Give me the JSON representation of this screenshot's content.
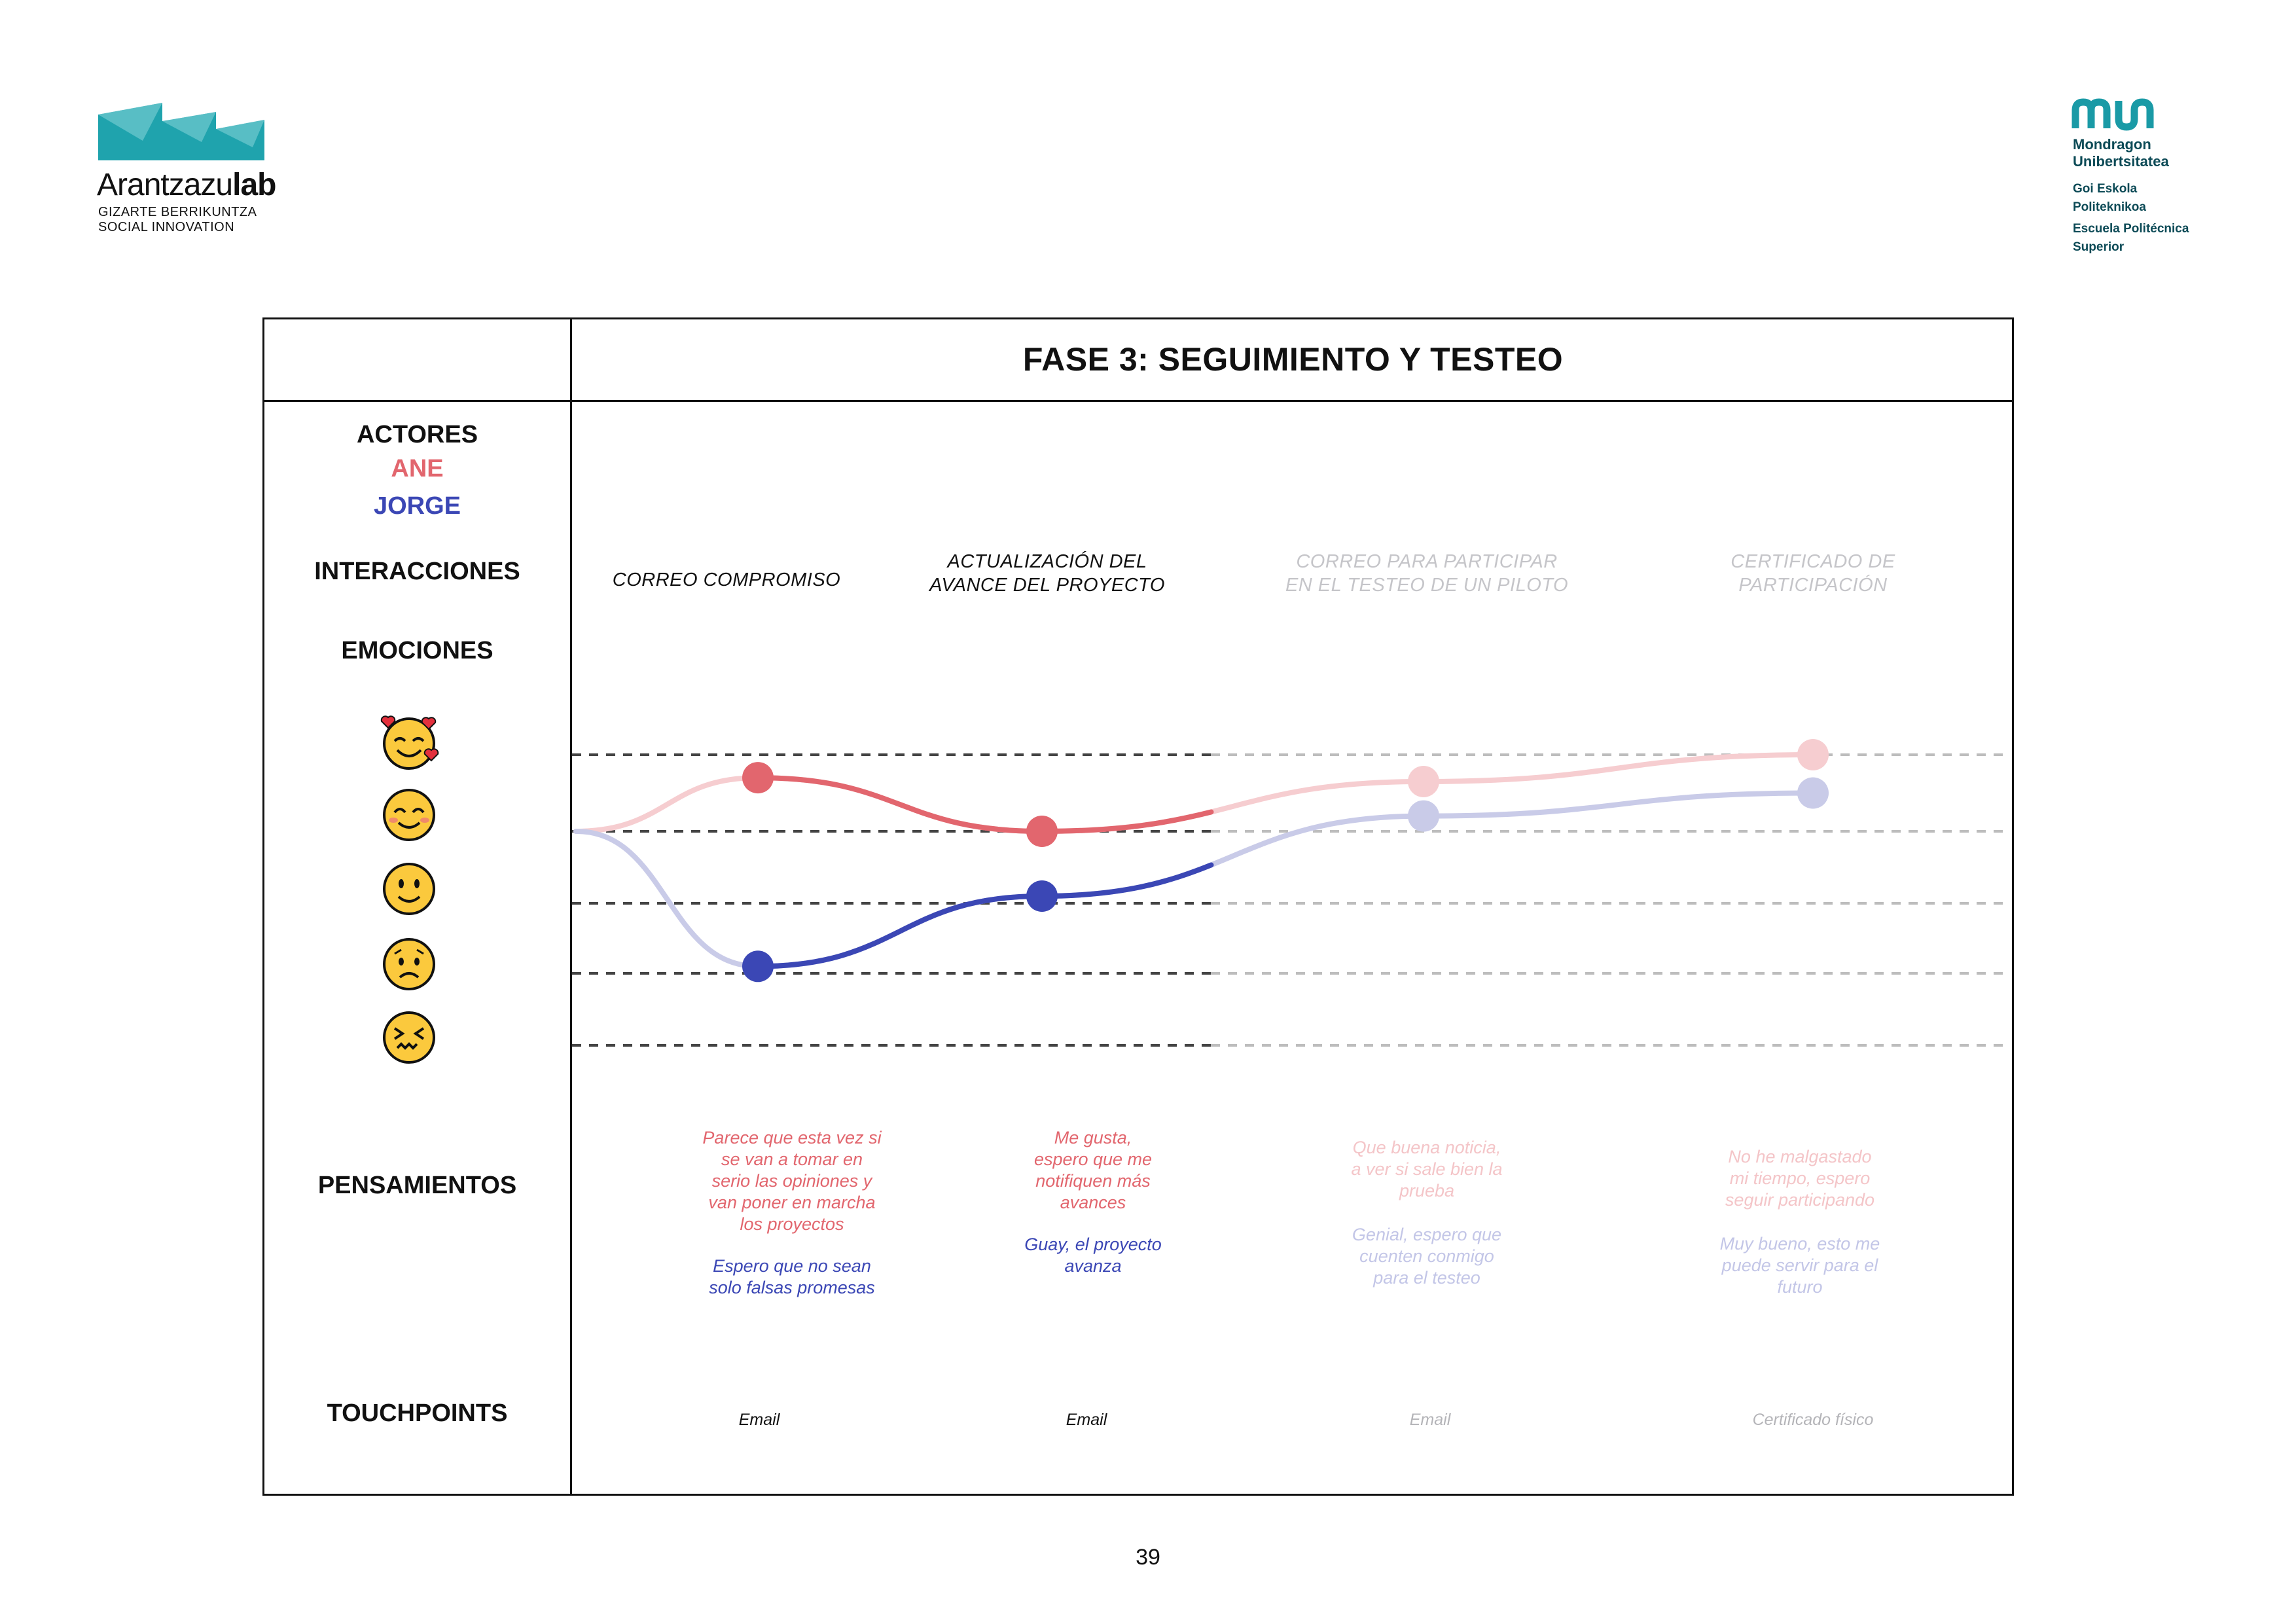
{
  "header": {
    "left_logo": {
      "name_regular": "Arantzazu",
      "name_bold": "lab",
      "sub1": "GIZARTE BERRIKUNTZA",
      "sub2": "SOCIAL INNOVATION",
      "color": "#1fa3ad"
    },
    "right_logo": {
      "lines": [
        "Mondragon",
        "Unibertsitatea",
        "Goi Eskola",
        "Politeknikoa",
        "Escuela Politécnica",
        "Superior"
      ],
      "color": "#1a9aa6"
    }
  },
  "phase_title": "FASE 3: SEGUIMIENTO Y TESTEO",
  "row_labels": {
    "actors": "ACTORES",
    "interactions": "INTERACCIONES",
    "emotions": "EMOCIONES",
    "thoughts": "PENSAMIENTOS",
    "touchpoints": "TOUCHPOINTS"
  },
  "actors": [
    {
      "name": "ANE",
      "color": "#e2666e",
      "faded_color": "#f6cdd0"
    },
    {
      "name": "JORGE",
      "color": "#3b47b5",
      "faded_color": "#c9cbe8"
    }
  ],
  "emotion_levels": [
    "in-love-face-icon",
    "smiling-blush-face-icon",
    "slight-smile-face-icon",
    "worried-face-icon",
    "confounded-face-icon"
  ],
  "stages": [
    {
      "interaction": [
        "CORREO COMPROMISO"
      ],
      "ane_thought": "Parece que esta vez si\nse van a tomar en\nserio las opiniones y\nvan poner en marcha\nlos proyectos",
      "jorge_thought": "Espero que no sean\nsolo falsas promesas",
      "touchpoint": "Email",
      "active": true
    },
    {
      "interaction": [
        "ACTUALIZACIÓN DEL",
        "AVANCE DEL PROYECTO"
      ],
      "ane_thought": "Me gusta,\nespero que me\nnotifiquen más\navances",
      "jorge_thought": "Guay, el proyecto\navanza",
      "touchpoint": "Email",
      "active": true
    },
    {
      "interaction": [
        "CORREO PARA PARTICIPAR",
        "EN EL TESTEO DE UN PILOTO"
      ],
      "ane_thought": "Que buena noticia,\na ver si sale bien la\nprueba",
      "jorge_thought": "Genial, espero que\ncuenten conmigo\npara el testeo",
      "touchpoint": "Email",
      "active": false
    },
    {
      "interaction": [
        "CERTIFICADO DE",
        "PARTICIPACIÓN"
      ],
      "ane_thought": "No he malgastado\nmi tiempo, espero\nseguir participando",
      "jorge_thought": "Muy bueno, esto me\npuede servir para el\nfuturo",
      "touchpoint": "Certificado físico",
      "active": false
    }
  ],
  "chart_data": {
    "type": "line",
    "x": [
      "CORREO COMPROMISO",
      "ACTUALIZACIÓN DEL AVANCE DEL PROYECTO",
      "CORREO PARA PARTICIPAR EN EL TESTEO DE UN PILOTO",
      "CERTIFICADO DE PARTICIPACIÓN"
    ],
    "y_scale": "emotion level 1 (very negative) to 5 (very positive)",
    "ylim": [
      1,
      5
    ],
    "series": [
      {
        "name": "ANE",
        "start": 4.0,
        "values": [
          4.7,
          4.0,
          4.65,
          5.0
        ],
        "color": "#e2666e"
      },
      {
        "name": "JORGE",
        "start": 4.0,
        "values": [
          2.1,
          3.1,
          4.2,
          4.5
        ],
        "color": "#3b47b5"
      }
    ],
    "active_points": 2,
    "grid": "dashed horizontal lines at each emotion level"
  },
  "page_number": "39"
}
